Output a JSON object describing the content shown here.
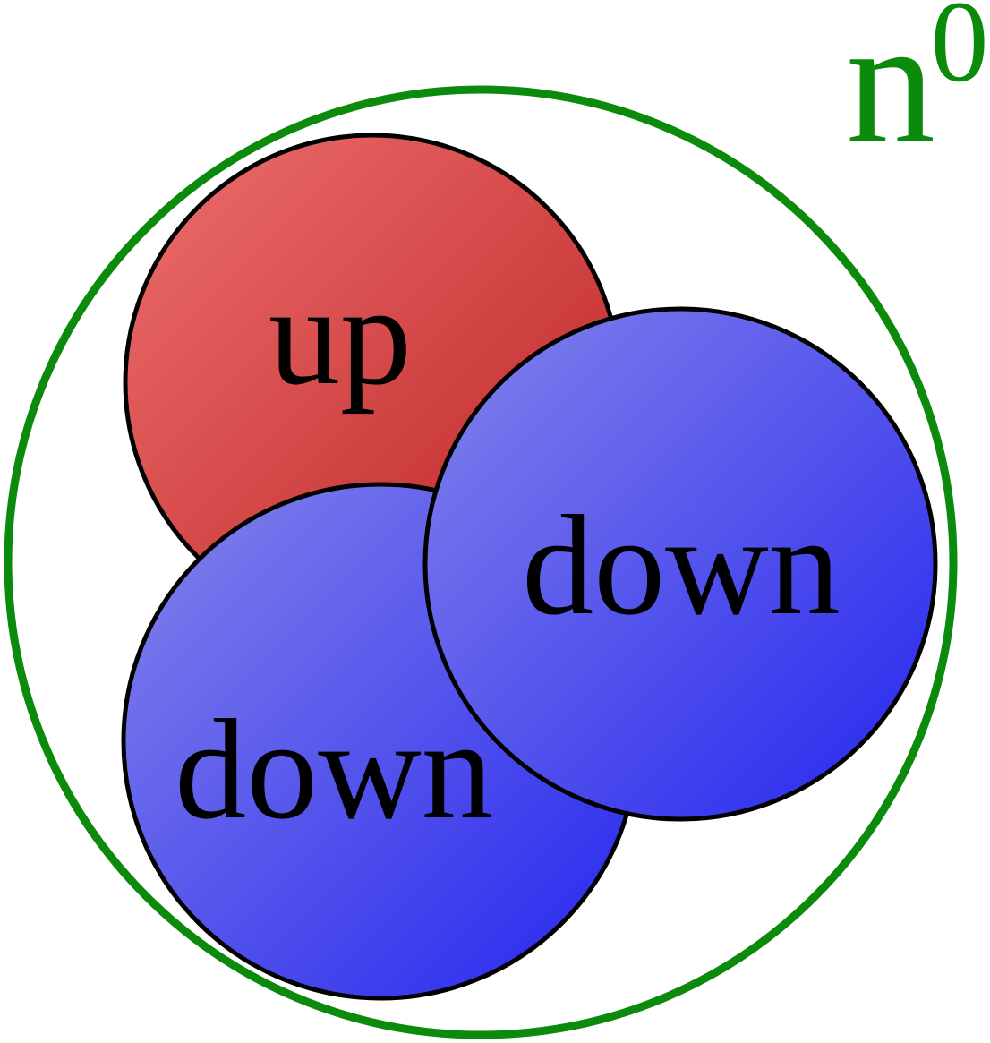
{
  "figure": {
    "name": "neutron-quark-composition",
    "particle": {
      "symbol": "n",
      "charge_superscript": "0"
    },
    "quarks": [
      {
        "id": "up",
        "label": "up",
        "flavor": "up"
      },
      {
        "id": "down-left",
        "label": "down",
        "flavor": "down"
      },
      {
        "id": "down-right",
        "label": "down",
        "flavor": "down"
      }
    ]
  },
  "colors": {
    "background": "#ffffff",
    "nucleus_outline": "#0b8a0b",
    "particle_label": "#0b8a0b",
    "quark_outline": "#000000",
    "quark_label_text": "#000000",
    "up_gradient_light": "#ee6f6f",
    "up_gradient_dark": "#ba2121",
    "down_gradient_light": "#8484ec",
    "down_gradient_dark": "#2525ee"
  }
}
